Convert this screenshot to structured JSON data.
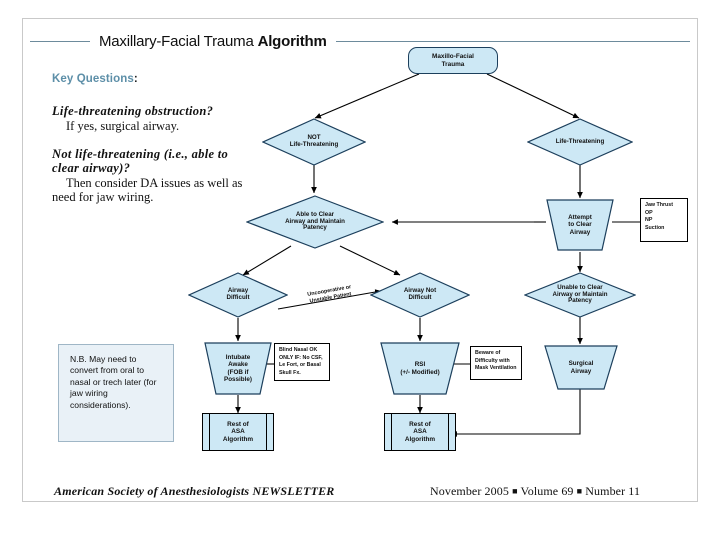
{
  "header": {
    "title_plain": "Maxillary-Facial Trauma ",
    "title_bold": "Algorithm"
  },
  "key_questions": {
    "heading": "Key Questions",
    "heading_colon": ":",
    "items": [
      {
        "question": "Life-threatening obstruction?",
        "answer": "If yes, surgical airway."
      },
      {
        "question": "Not life-threatening (i.e., able to clear airway)?",
        "answer": "Then consider DA issues as well as need for jaw wiring."
      }
    ]
  },
  "note_box": {
    "text": "N.B. May need to convert from oral to nasal or trech later (for jaw wiring considerations)."
  },
  "footer": {
    "left": "American Society of Anesthesiologists NEWSLETTER",
    "date": "November 2005",
    "volume": "Volume 69",
    "number": "Number 11",
    "separator": "■"
  },
  "chart_data": {
    "type": "flowchart",
    "title": "Maxillary-Facial Trauma Algorithm",
    "colors": {
      "node_fill": "#cde8f5",
      "node_stroke": "#1c3f5c",
      "connector": "#000000",
      "accent_rule": "#6d8bab",
      "note_fill": "#e9f1f7"
    },
    "nodes": [
      {
        "id": "start",
        "shape": "terminator",
        "label": "Maxillo-Facial\nTrauma"
      },
      {
        "id": "not_life",
        "shape": "decision",
        "label": "NOT\nLife-Threatening"
      },
      {
        "id": "life",
        "shape": "decision",
        "label": "Life-Threatening"
      },
      {
        "id": "able_clear",
        "shape": "decision",
        "label": "Able to Clear\nAirway and Maintain\nPatency"
      },
      {
        "id": "attempt",
        "shape": "manual-operation",
        "label": "Attempt\nto Clear\nAirway"
      },
      {
        "id": "jaw_note",
        "shape": "annotation",
        "label": "Jaw Thrust\nOP\nNP\nSuction"
      },
      {
        "id": "aw_diff",
        "shape": "decision",
        "label": "Airway\nDifficult"
      },
      {
        "id": "aw_not_diff",
        "shape": "decision",
        "label": "Airway Not\nDifficult"
      },
      {
        "id": "unable",
        "shape": "decision",
        "label": "Unable to Clear\nAirway or Maintain\nPatency"
      },
      {
        "id": "intubate",
        "shape": "manual-operation",
        "label": "Intubate\nAwake\n(FOB if\nPossible)"
      },
      {
        "id": "nasal_note",
        "shape": "annotation",
        "label": "Blind Nasal OK\nONLY IF: No CSF,\nLe Fort, or Basal\nSkull Fx."
      },
      {
        "id": "rsi",
        "shape": "manual-operation",
        "label": "RSI\n(+/- Modified)"
      },
      {
        "id": "mask_note",
        "shape": "annotation",
        "label": "Beware of\nDifficulty with\nMask Ventilation"
      },
      {
        "id": "surgical",
        "shape": "manual-operation",
        "label": "Surgical\nAirway"
      },
      {
        "id": "asa_left",
        "shape": "predefined-process",
        "label": "Rest of\nASA\nAlgorithm"
      },
      {
        "id": "asa_right",
        "shape": "predefined-process",
        "label": "Rest of\nASA\nAlgorithm"
      }
    ],
    "edges": [
      {
        "from": "start",
        "to": "not_life",
        "label": ""
      },
      {
        "from": "start",
        "to": "life",
        "label": ""
      },
      {
        "from": "not_life",
        "to": "able_clear",
        "label": ""
      },
      {
        "from": "life",
        "to": "attempt",
        "label": ""
      },
      {
        "from": "attempt",
        "to": "jaw_note",
        "label": ""
      },
      {
        "from": "attempt",
        "to": "able_clear",
        "label": ""
      },
      {
        "from": "attempt",
        "to": "unable",
        "label": ""
      },
      {
        "from": "able_clear",
        "to": "aw_diff",
        "label": ""
      },
      {
        "from": "able_clear",
        "to": "aw_not_diff",
        "label": ""
      },
      {
        "from": "aw_diff",
        "to": "aw_not_diff",
        "label": "Uncooperative or\nUnstable Patient"
      },
      {
        "from": "aw_diff",
        "to": "intubate",
        "label": ""
      },
      {
        "from": "aw_not_diff",
        "to": "rsi",
        "label": ""
      },
      {
        "from": "intubate",
        "to": "nasal_note",
        "label": ""
      },
      {
        "from": "intubate",
        "to": "asa_left",
        "label": ""
      },
      {
        "from": "rsi",
        "to": "mask_note",
        "label": ""
      },
      {
        "from": "rsi",
        "to": "asa_right",
        "label": ""
      },
      {
        "from": "unable",
        "to": "surgical",
        "label": ""
      },
      {
        "from": "surgical",
        "to": "asa_right",
        "label": ""
      }
    ],
    "edge_labels": [
      {
        "id": "uncoop",
        "text_line1": "Uncooperative or",
        "text_line2": "Unstable Patient"
      }
    ]
  }
}
